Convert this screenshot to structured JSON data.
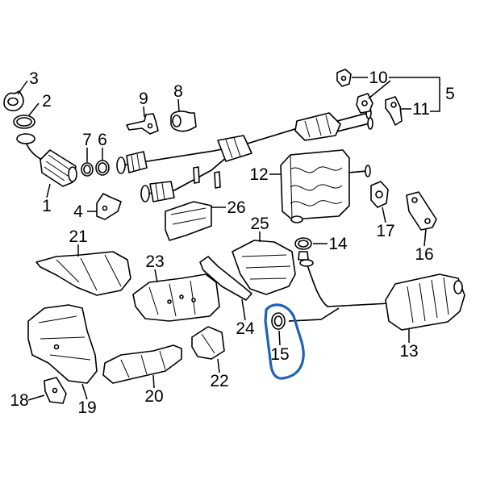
{
  "callouts": [
    "1",
    "2",
    "3",
    "4",
    "5",
    "6",
    "7",
    "8",
    "9",
    "10",
    "11",
    "12",
    "13",
    "14",
    "15",
    "16",
    "17",
    "18",
    "19",
    "20",
    "21",
    "22",
    "23",
    "24",
    "25",
    "26"
  ],
  "colors": {
    "highlight": "#1f63b4",
    "line_art": "#000000"
  }
}
